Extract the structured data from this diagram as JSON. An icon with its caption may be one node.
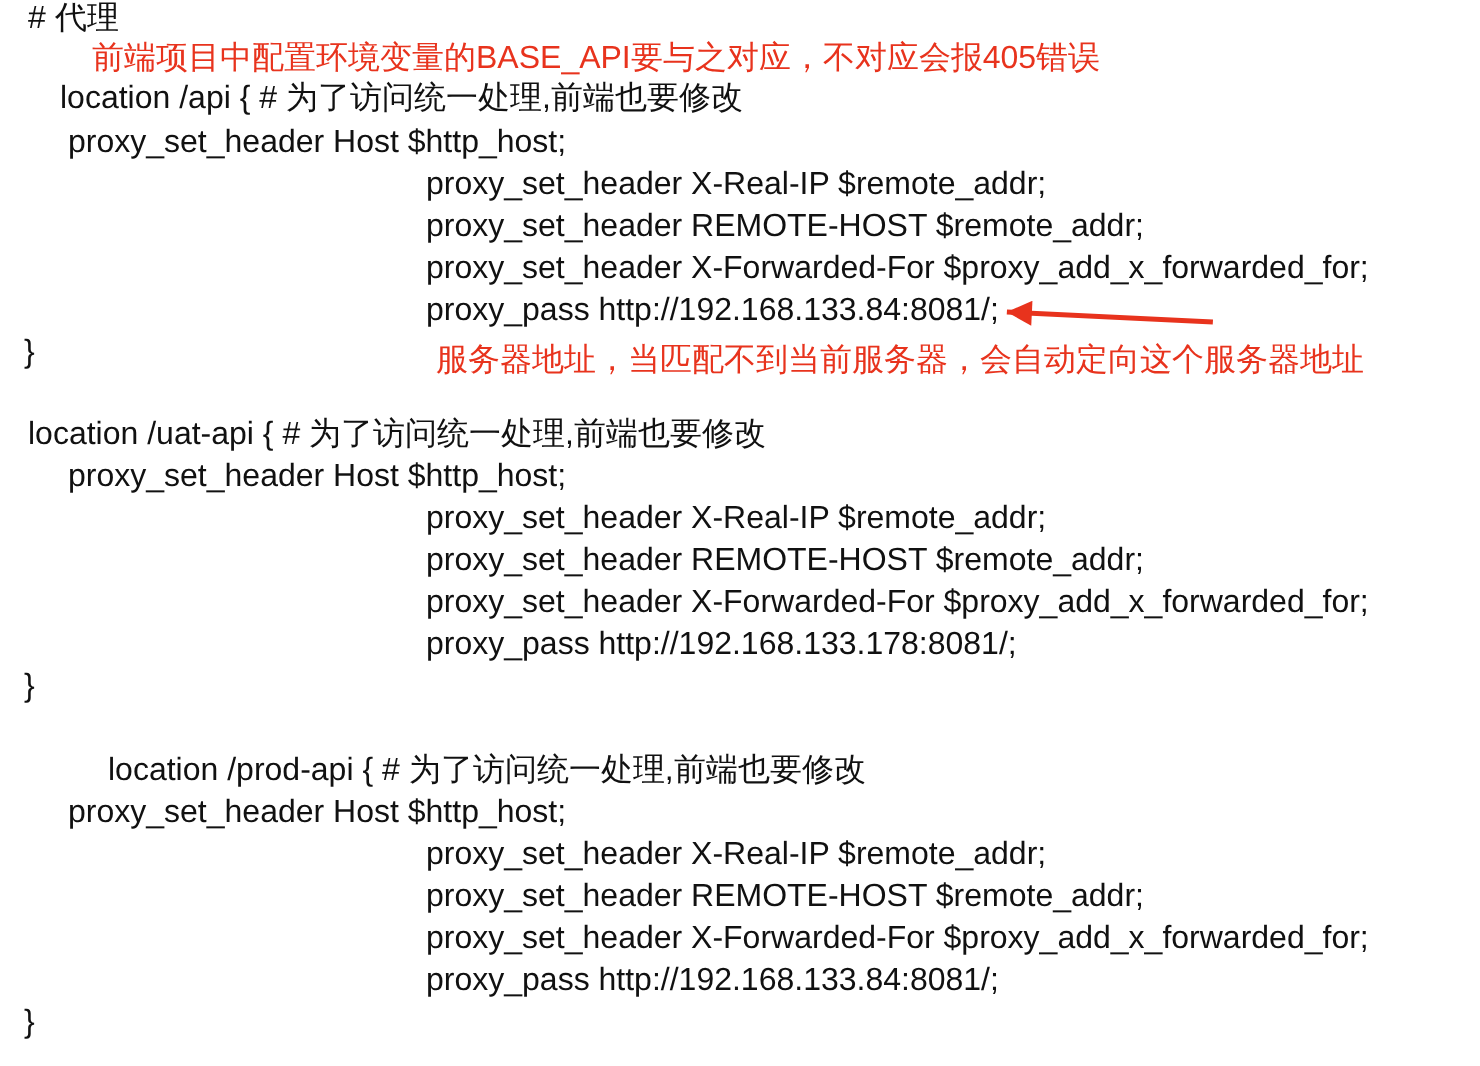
{
  "diagram": {
    "nodes": [
      {
        "text": [
          "proxy_pass http://192.168.133.84:8081/;"
        ]
      },
      {
        "text": [
          "服务器地址，当匹配不到当前服务器，会自动定向这个服务器地址"
        ]
      }
    ],
    "edges": [
      {
        "from": 1,
        "to": 0,
        "arrow": "to",
        "color": "#e8331d"
      }
    ],
    "labels": [
      "# 代理",
      "前端项目中配置环境变量的BASE_API要与之对应，不对应会报405错误",
      "location /api { # 为了访问统一处理,前端也要修改",
      "proxy_set_header Host $http_host;",
      "proxy_set_header X-Real-IP $remote_addr;",
      "proxy_set_header REMOTE-HOST $remote_addr;",
      "proxy_set_header X-Forwarded-For $proxy_add_x_forwarded_for;",
      "}",
      "location /uat-api { # 为了访问统一处理,前端也要修改",
      "proxy_set_header Host $http_host;",
      "proxy_set_header X-Real-IP $remote_addr;",
      "proxy_set_header REMOTE-HOST $remote_addr;",
      "proxy_set_header X-Forwarded-For $proxy_add_x_forwarded_for;",
      "proxy_pass http://192.168.133.178:8081/;",
      "}",
      "location /prod-api { # 为了访问统一处理,前端也要修改",
      "proxy_set_header Host $http_host;",
      "proxy_set_header X-Real-IP $remote_addr;",
      "proxy_set_header REMOTE-HOST $remote_addr;",
      "proxy_set_header X-Forwarded-For $proxy_add_x_forwarded_for;",
      "proxy_pass http://192.168.133.84:8081/;",
      "}"
    ]
  }
}
